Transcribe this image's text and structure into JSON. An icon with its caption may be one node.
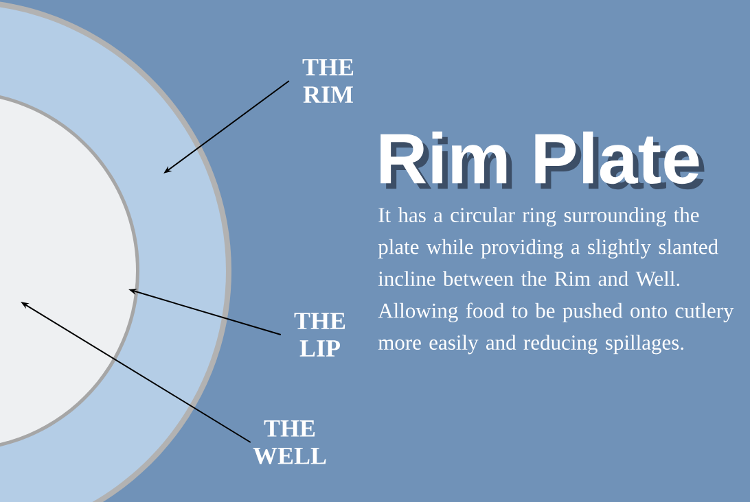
{
  "diagram": {
    "title": "Rim Plate",
    "nodes": [
      {
        "text": [
          "THE RIM"
        ]
      },
      {
        "text": [
          "THE LIP"
        ]
      },
      {
        "text": [
          "THE WELL"
        ]
      }
    ],
    "edges": [
      {
        "from": 0,
        "to": null,
        "arrow": "to"
      },
      {
        "from": 1,
        "to": null,
        "arrow": "to"
      },
      {
        "from": 2,
        "to": null,
        "arrow": "to"
      }
    ],
    "labels": [
      "It has a circular ring surrounding the plate while providing a slightly slanted incline between the Rim and Well. Allowing food to be pushed onto cutlery more easily and reducing spillages."
    ]
  }
}
